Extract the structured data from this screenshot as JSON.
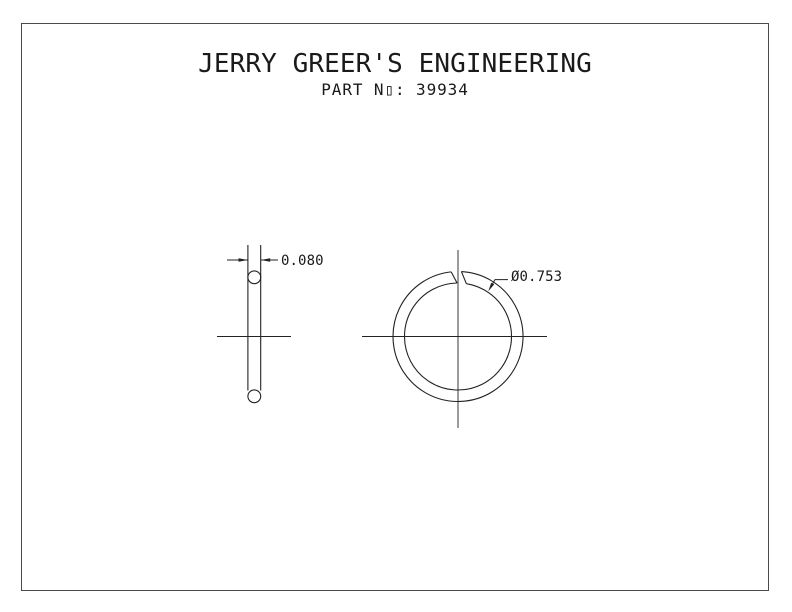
{
  "sheet": {
    "title": "JERRY GREER'S ENGINEERING",
    "part_line": "PART N▯: 39934"
  },
  "views": {
    "side": {
      "thickness_dim": "0.080"
    },
    "front": {
      "inner_diameter_dim": "Ø0.753"
    }
  },
  "colors": {
    "background": "#ffffff",
    "line": "#222222",
    "border": "#4a4a4a",
    "text": "#1a1a1a"
  }
}
